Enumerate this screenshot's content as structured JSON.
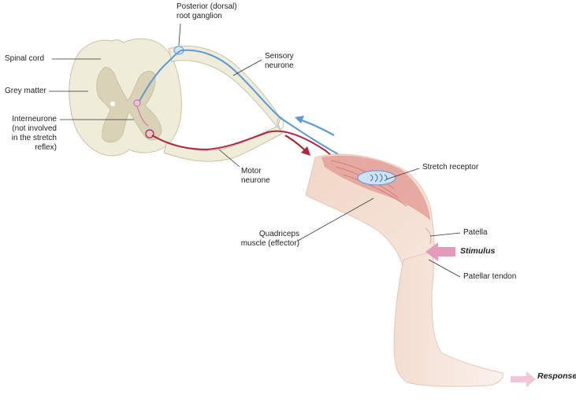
{
  "labels": {
    "spinal_cord": "Spinal cord",
    "grey_matter": "Grey matter",
    "interneurone": [
      "Interneurone",
      "(not involved",
      "in the stretch",
      "reflex)"
    ],
    "ganglion": [
      "Posterior (dorsal)",
      "root ganglion"
    ],
    "sensory_neurone": [
      "Sensory",
      "neurone"
    ],
    "motor_neurone": [
      "Motor",
      "neurone"
    ],
    "stretch_receptor": "Stretch receptor",
    "quadriceps": [
      "Quadriceps",
      "muscle (effector)"
    ],
    "patella": "Patella",
    "stimulus": "Stimulus",
    "patellar_tendon": "Patellar tendon",
    "response": "Response"
  },
  "colors": {
    "sensory": "#5b9bd5",
    "motor": "#b0263b",
    "cord_fill": "#efecd9",
    "grey_matter_fill": "#d9d2b6",
    "leg_fill": "#f4ddd0",
    "muscle_fill": "#e3a09a",
    "arrow_pink": "#e49bb9"
  }
}
